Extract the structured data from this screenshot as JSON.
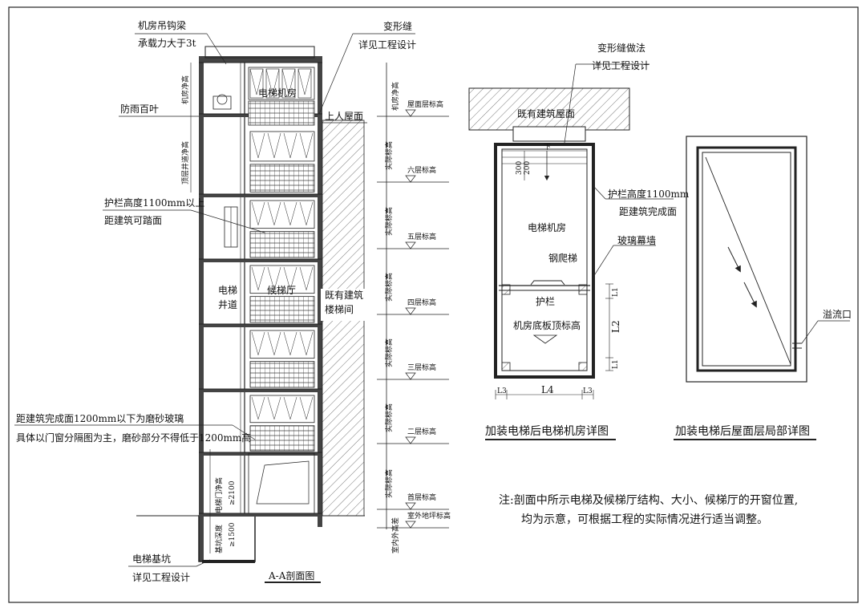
{
  "section": {
    "title": "A-A剖面图",
    "labels": {
      "hook_beam_1": "机房吊钩梁",
      "hook_beam_2": "承载力大于3t",
      "louver": "防雨百叶",
      "railing_1": "护栏高度1100mm以上",
      "railing_2": "距建筑可踏面",
      "frosted_1": "距建筑完成面1200mm以下为磨砂玻璃",
      "frosted_2": "具体以门窗分隔图为主，磨砂部分不得低于1200mm高",
      "pit_1": "电梯基坑",
      "pit_2": "详见工程设计",
      "joint_1": "变形缝",
      "joint_2": "详见工程设计",
      "roof_access": "上人屋面",
      "machine_room": "电梯机房",
      "shaft_1": "电梯",
      "shaft_2": "井道",
      "hall": "候梯厅",
      "stair_1": "既有建筑",
      "stair_2": "楼梯间",
      "door_clear": "电梯门净高",
      "door_value": "≥2100",
      "pit_depth": "基坑深度",
      "pit_value": "≥1500"
    },
    "vertical_dims": {
      "machine_room_clear": "机房净高",
      "top_floor_clear": "顶层井道净高",
      "actual_height": "实际标高",
      "indoor_outdoor": "室内外高差"
    },
    "levels": [
      "屋面层标高",
      "六层标高",
      "五层标高",
      "四层标高",
      "三层标高",
      "二层标高",
      "首层标高",
      "室外地坪标高"
    ]
  },
  "machine_room_detail": {
    "title": "加装电梯后电梯机房详图",
    "labels": {
      "joint_1": "变形缝做法",
      "joint_2": "详见工程设计",
      "roof": "既有建筑屋面",
      "down": "下",
      "dim_300": "300",
      "dim_200": "200",
      "railing_1": "护栏高度1100mm",
      "railing_2": "距建筑完成面",
      "curtain_wall": "玻璃幕墙",
      "machine_room": "电梯机房",
      "ladder": "钢爬梯",
      "guardrail": "护栏",
      "slab_level": "机房底板顶标高",
      "L1": "L1",
      "L2": "L2",
      "L3": "L3",
      "L4": "L4"
    }
  },
  "roof_detail": {
    "title": "加装电梯后屋面层局部详图",
    "overflow": "溢流口"
  },
  "note": {
    "line1": "注:剖面中所示电梯及候梯厅结构、大小、候梯厅的开窗位置,",
    "line2": "均为示意，可根据工程的实际情况进行适当调整。"
  }
}
